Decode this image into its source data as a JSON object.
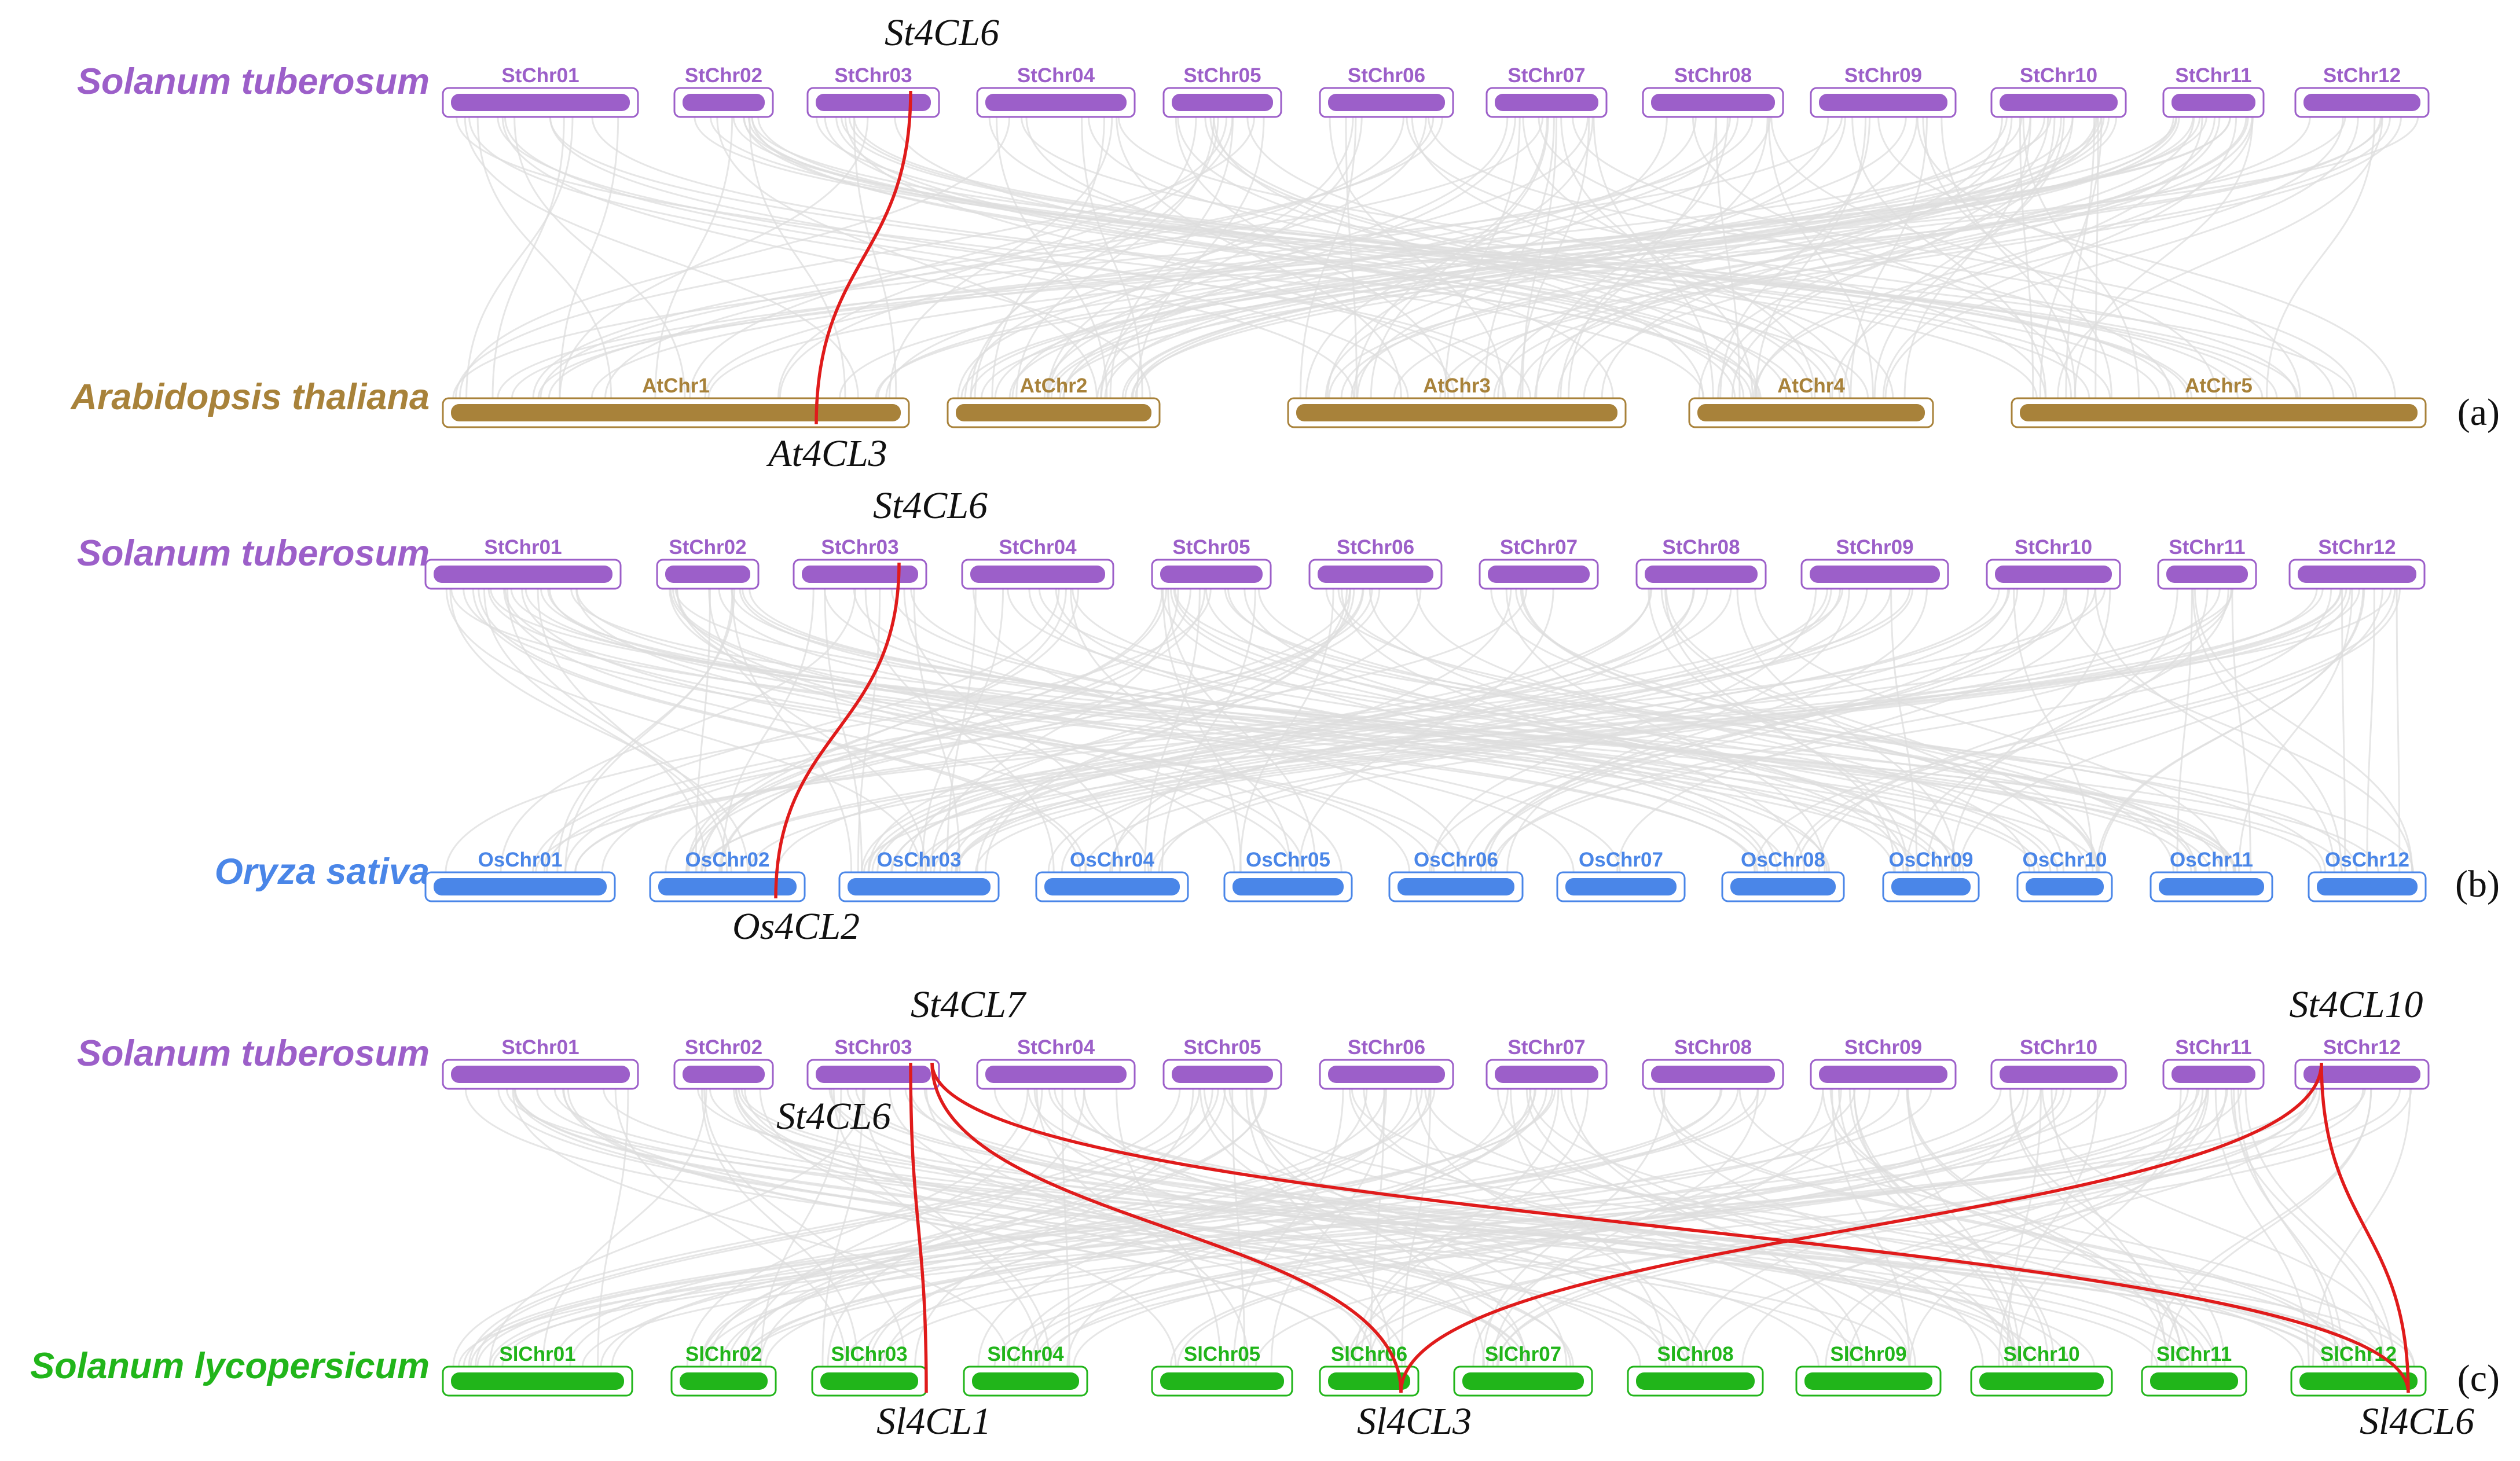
{
  "colors": {
    "tuberosum": "#9c5fc9",
    "thaliana": "#a8823a",
    "sativa": "#4a86e8",
    "lycopersicum": "#21b51a",
    "synteny_background": "#dedede",
    "orthologous_link": "#e01b1b"
  },
  "panels": [
    {
      "label": "(a)",
      "top": {
        "species": "Solanum tuberosum",
        "color_key": "tuberosum",
        "chromosomes": [
          "StChr01",
          "StChr02",
          "StChr03",
          "StChr04",
          "StChr05",
          "StChr06",
          "StChr07",
          "StChr08",
          "StChr09",
          "StChr10",
          "StChr11",
          "StChr12"
        ],
        "genes": [
          {
            "name": "St4CL6",
            "chromosome": "StChr03"
          }
        ]
      },
      "bottom": {
        "species": "Arabidopsis thaliana",
        "color_key": "thaliana",
        "chromosomes": [
          "AtChr1",
          "AtChr2",
          "AtChr3",
          "AtChr4",
          "AtChr5"
        ],
        "genes": [
          {
            "name": "At4CL3",
            "chromosome": "AtChr1"
          }
        ]
      },
      "links": [
        [
          "St4CL6",
          "At4CL3"
        ]
      ]
    },
    {
      "label": "(b)",
      "top": {
        "species": "Solanum tuberosum",
        "color_key": "tuberosum",
        "chromosomes": [
          "StChr01",
          "StChr02",
          "StChr03",
          "StChr04",
          "StChr05",
          "StChr06",
          "StChr07",
          "StChr08",
          "StChr09",
          "StChr10",
          "StChr11",
          "StChr12"
        ],
        "genes": [
          {
            "name": "St4CL6",
            "chromosome": "StChr03"
          }
        ]
      },
      "bottom": {
        "species": "Oryza sativa",
        "color_key": "sativa",
        "chromosomes": [
          "OsChr01",
          "OsChr02",
          "OsChr03",
          "OsChr04",
          "OsChr05",
          "OsChr06",
          "OsChr07",
          "OsChr08",
          "OsChr09",
          "OsChr10",
          "OsChr11",
          "OsChr12"
        ],
        "genes": [
          {
            "name": "Os4CL2",
            "chromosome": "OsChr02"
          }
        ]
      },
      "links": [
        [
          "St4CL6",
          "Os4CL2"
        ]
      ]
    },
    {
      "label": "(c)",
      "top": {
        "species": "Solanum tuberosum",
        "color_key": "tuberosum",
        "chromosomes": [
          "StChr01",
          "StChr02",
          "StChr03",
          "StChr04",
          "StChr05",
          "StChr06",
          "StChr07",
          "StChr08",
          "StChr09",
          "StChr10",
          "StChr11",
          "StChr12"
        ],
        "genes": [
          {
            "name": "St4CL6",
            "chromosome": "StChr03"
          },
          {
            "name": "St4CL7",
            "chromosome": "StChr03"
          },
          {
            "name": "St4CL10",
            "chromosome": "StChr12"
          }
        ]
      },
      "bottom": {
        "species": "Solanum lycopersicum",
        "color_key": "lycopersicum",
        "chromosomes": [
          "SlChr01",
          "SlChr02",
          "SlChr03",
          "SlChr04",
          "SlChr05",
          "SlChr06",
          "SlChr07",
          "SlChr08",
          "SlChr09",
          "SlChr10",
          "SlChr11",
          "SlChr12"
        ],
        "genes": [
          {
            "name": "Sl4CL1",
            "chromosome": "SlChr03"
          },
          {
            "name": "Sl4CL3",
            "chromosome": "SlChr06"
          },
          {
            "name": "Sl4CL6",
            "chromosome": "SlChr12"
          }
        ]
      },
      "links": [
        [
          "St4CL6",
          "Sl4CL1"
        ],
        [
          "St4CL7",
          "Sl4CL3"
        ],
        [
          "St4CL7",
          "Sl4CL6"
        ],
        [
          "St4CL10",
          "Sl4CL3"
        ],
        [
          "St4CL10",
          "Sl4CL6"
        ]
      ]
    }
  ]
}
